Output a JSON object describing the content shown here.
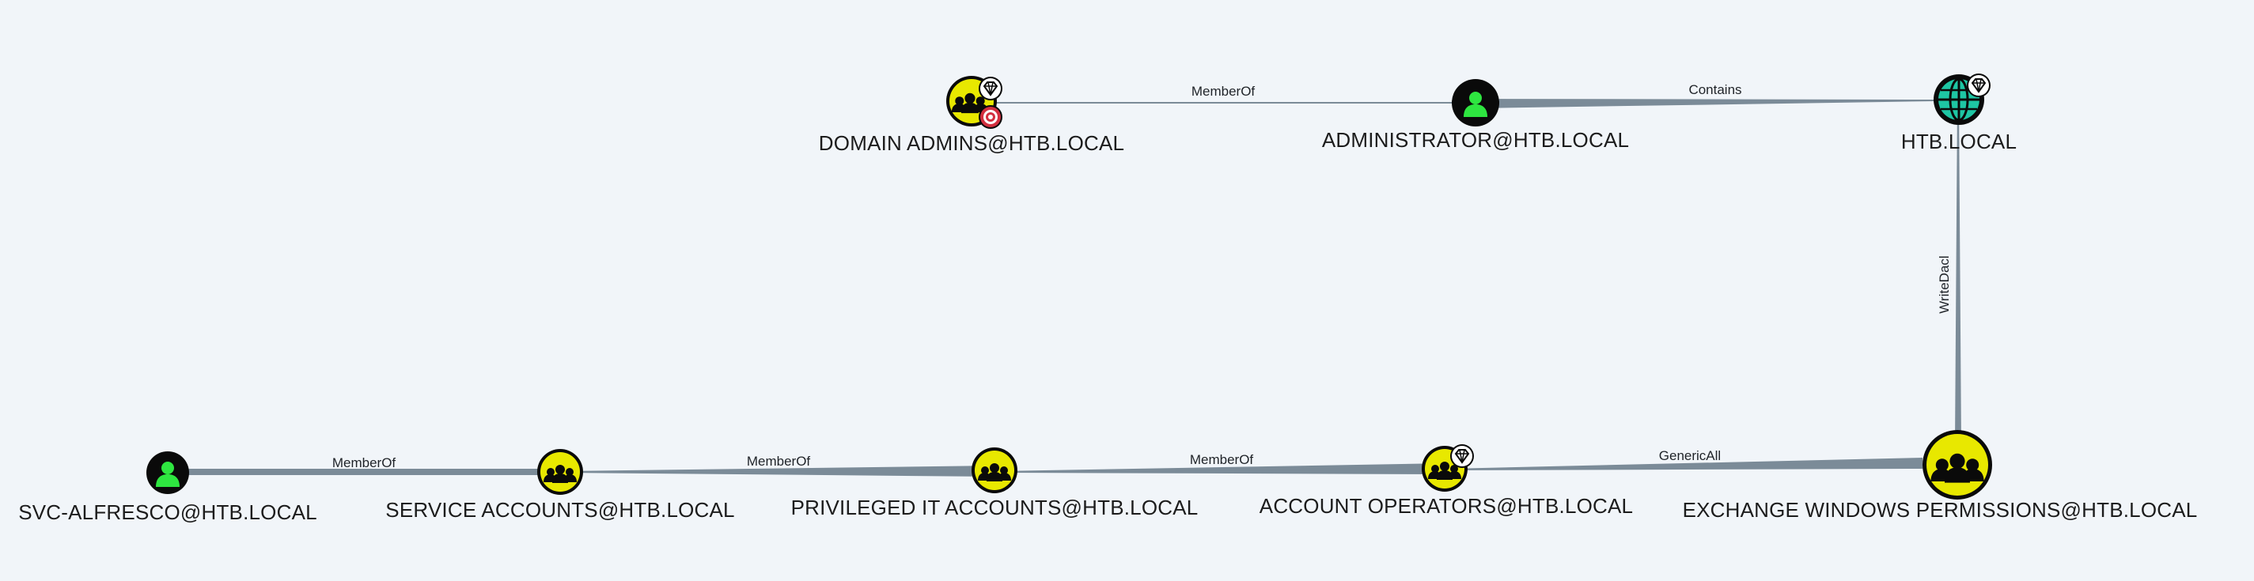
{
  "graph": {
    "colors": {
      "background": "#f1f5f9",
      "edge": "#7b8b98",
      "user_node": "#2ee640",
      "group_node": "#e8e800",
      "domain_node": "#1ec6a4",
      "node_outline": "#0a0a0a",
      "target_badge": "#d32f3f"
    },
    "nodes": {
      "domain_admins": {
        "label": "DOMAIN ADMINS@HTB.LOCAL",
        "type": "group",
        "icon": "group-icon",
        "badges": [
          "crown-jewel-icon",
          "target-icon"
        ]
      },
      "administrator": {
        "label": "ADMINISTRATOR@HTB.LOCAL",
        "type": "user",
        "icon": "user-icon"
      },
      "htb_local": {
        "label": "HTB.LOCAL",
        "type": "domain",
        "icon": "globe-icon",
        "badges": [
          "crown-jewel-icon"
        ]
      },
      "svc_alfresco": {
        "label": "SVC-ALFRESCO@HTB.LOCAL",
        "type": "user",
        "icon": "user-icon"
      },
      "service_accounts": {
        "label": "SERVICE ACCOUNTS@HTB.LOCAL",
        "type": "group",
        "icon": "group-icon"
      },
      "privileged_it": {
        "label": "PRIVILEGED IT ACCOUNTS@HTB.LOCAL",
        "type": "group",
        "icon": "group-icon"
      },
      "account_operators": {
        "label": "ACCOUNT OPERATORS@HTB.LOCAL",
        "type": "group",
        "icon": "group-icon",
        "badges": [
          "crown-jewel-icon"
        ]
      },
      "exchange_windows": {
        "label": "EXCHANGE WINDOWS PERMISSIONS@HTB.LOCAL",
        "type": "group",
        "icon": "group-icon"
      }
    },
    "edges": {
      "e1": {
        "label": "MemberOf",
        "from": "SVC-ALFRESCO@HTB.LOCAL",
        "to": "SERVICE ACCOUNTS@HTB.LOCAL"
      },
      "e2": {
        "label": "MemberOf",
        "from": "SERVICE ACCOUNTS@HTB.LOCAL",
        "to": "PRIVILEGED IT ACCOUNTS@HTB.LOCAL"
      },
      "e3": {
        "label": "MemberOf",
        "from": "PRIVILEGED IT ACCOUNTS@HTB.LOCAL",
        "to": "ACCOUNT OPERATORS@HTB.LOCAL"
      },
      "e4": {
        "label": "GenericAll",
        "from": "ACCOUNT OPERATORS@HTB.LOCAL",
        "to": "EXCHANGE WINDOWS PERMISSIONS@HTB.LOCAL"
      },
      "e5": {
        "label": "WriteDacl",
        "from": "EXCHANGE WINDOWS PERMISSIONS@HTB.LOCAL",
        "to": "HTB.LOCAL"
      },
      "e6": {
        "label": "Contains",
        "from": "HTB.LOCAL",
        "to": "ADMINISTRATOR@HTB.LOCAL"
      },
      "e7": {
        "label": "MemberOf",
        "from": "ADMINISTRATOR@HTB.LOCAL",
        "to": "DOMAIN ADMINS@HTB.LOCAL"
      }
    }
  }
}
